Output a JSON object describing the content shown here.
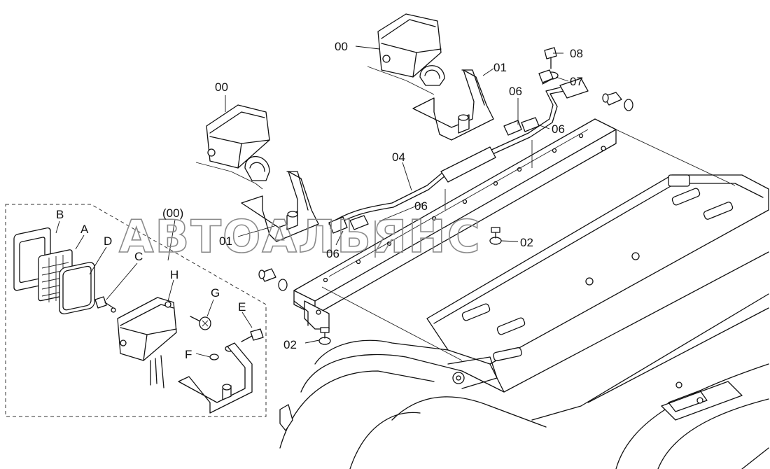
{
  "watermark": "АВТОАЛЬЯНС",
  "callouts": {
    "lamp_right": "00",
    "lamp_left": "00",
    "bracket_right": "01",
    "bracket_left": "01",
    "bolt_top": "08",
    "washer_top": "07",
    "clip_a": "06",
    "clip_b": "06",
    "clip_c": "06",
    "clip_d": "06",
    "harness": "04",
    "bolt_mid": "02",
    "bolt_low": "02",
    "detail": "(00)",
    "part_b": "B",
    "part_a": "A",
    "part_d": "D",
    "part_c": "C",
    "part_h": "H",
    "part_g": "G",
    "part_e": "E",
    "part_f": "F"
  }
}
